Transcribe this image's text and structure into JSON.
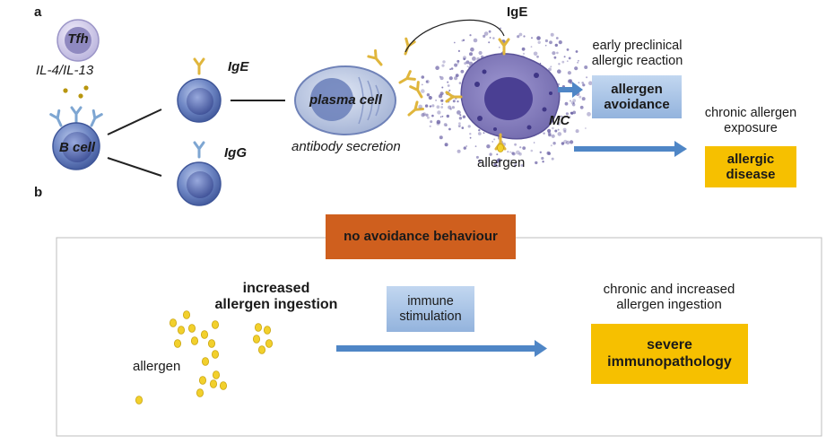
{
  "panel_a": {
    "letter": "a",
    "tfh": "Tfh",
    "cytokines": "IL-4/IL-13",
    "b_cell": "B cell",
    "ige_cell": "IgE",
    "igg_cell": "IgG",
    "plasma_cell": "plasma cell",
    "antibody_secretion": "antibody secretion",
    "ige_top": "IgE",
    "mc": "MC",
    "allergen": "allergen",
    "early_reaction_line1": "early preclinical",
    "early_reaction_line2": "allergic reaction",
    "avoidance_line1": "allergen",
    "avoidance_line2": "avoidance",
    "chronic_line1": "chronic allergen",
    "chronic_line2": "exposure",
    "disease_line1": "allergic",
    "disease_line2": "disease"
  },
  "panel_b": {
    "letter": "b",
    "no_avoidance": "no avoidance behaviour",
    "increased_line1": "increased",
    "increased_line2": "allergen ingestion",
    "immune_line1": "immune",
    "immune_line2": "stimulation",
    "allergen": "allergen",
    "chronic_line1": "chronic and increased",
    "chronic_line2": "allergen ingestion",
    "severe_line1": "severe",
    "severe_line2": "immunopathology"
  },
  "colors": {
    "cell_blue": "#5b78b8",
    "mast_purple": "#7b74b4",
    "gold": "#f6c000",
    "antibody_yellow": "#e8c24a",
    "igg_blue": "#8fb0d8",
    "arrow_blue": "#4f86c6",
    "light_blue_box": "#a9c6e8",
    "orange_box": "#cf5f1e"
  }
}
